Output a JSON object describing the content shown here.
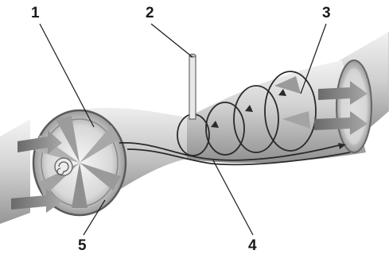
{
  "callouts": [
    {
      "id": "1",
      "label": "1"
    },
    {
      "id": "2",
      "label": "2"
    },
    {
      "id": "3",
      "label": "3"
    },
    {
      "id": "4",
      "label": "4"
    },
    {
      "id": "5",
      "label": "5"
    }
  ],
  "colors": {
    "background": "#ffffff",
    "pipe_light": "#e6e6e6",
    "pipe_mid": "#b8b8b8",
    "pipe_dark": "#6f6f6f",
    "arrow_fill": "#8c8c8c",
    "line": "#1a1a1a"
  },
  "icons": {
    "swirl_arrows": "spiral-flow-arrows",
    "flow_arrows": "flow-direction-arrows",
    "guide_vanes": "swirl-guide-vanes",
    "probe": "measurement-probe"
  }
}
